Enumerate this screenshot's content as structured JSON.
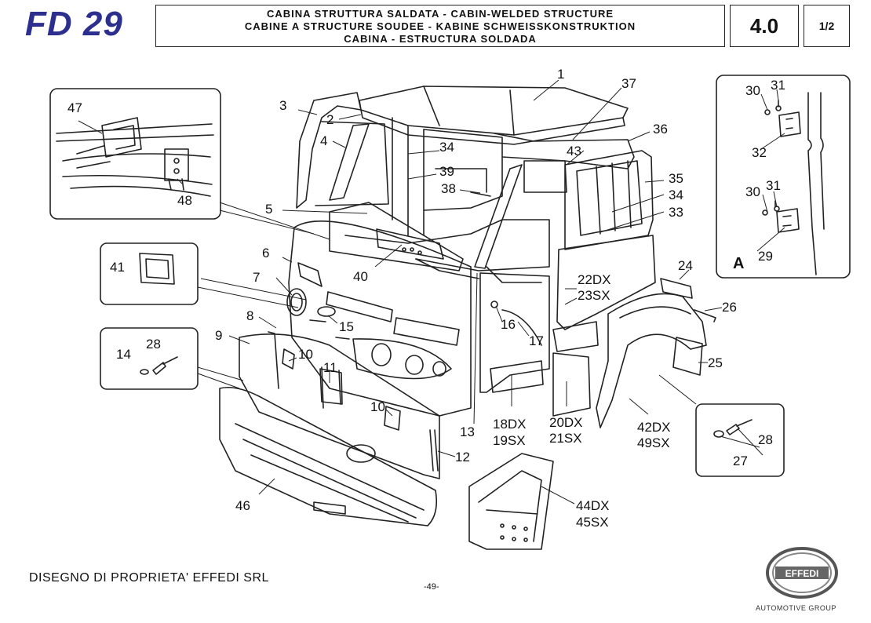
{
  "header": {
    "model": "FD 29",
    "title_lines": [
      "CABINA STRUTTURA SALDATA - CABIN-WELDED STRUCTURE",
      "CABINE A STRUCTURE SOUDEE - KABINE SCHWEISSKONSTRUKTION",
      "CABINA - ESTRUCTURA SOLDADA"
    ],
    "sheet": "4.0",
    "page": "1/2"
  },
  "callouts": {
    "c1": "1",
    "c2": "2",
    "c3": "3",
    "c4": "4",
    "c5": "5",
    "c6": "6",
    "c7": "7",
    "c8": "8",
    "c9": "9",
    "c10a": "10",
    "c10b": "10",
    "c11": "11",
    "c12": "12",
    "c13": "13",
    "c14": "14",
    "c15": "15",
    "c16": "16",
    "c17": "17",
    "c18_19": [
      "18DX",
      "19SX"
    ],
    "c20_21": [
      "20DX",
      "21SX"
    ],
    "c22_23": [
      "22DX",
      "23SX"
    ],
    "c24": "24",
    "c25": "25",
    "c26": "26",
    "c27": "27",
    "c28a": "28",
    "c28b": "28",
    "c29": "29",
    "c30a": "30",
    "c30b": "30",
    "c31a": "31",
    "c31b": "31",
    "c32": "32",
    "c33": "33",
    "c34a": "34",
    "c34b": "34",
    "c35": "35",
    "c36": "36",
    "c37": "37",
    "c38": "38",
    "c39": "39",
    "c40": "40",
    "c41": "41",
    "c42_49": [
      "42DX",
      "49SX"
    ],
    "c43": "43",
    "c44_45": [
      "44DX",
      "45SX"
    ],
    "c46": "46",
    "c47": "47",
    "c48": "48",
    "detail_a": "A"
  },
  "footer": {
    "ownership": "DISEGNO DI PROPRIETA' EFFEDI SRL",
    "page_number": "-49-",
    "logo_text": "EFFEDI",
    "tagline": "AUTOMOTIVE GROUP"
  }
}
